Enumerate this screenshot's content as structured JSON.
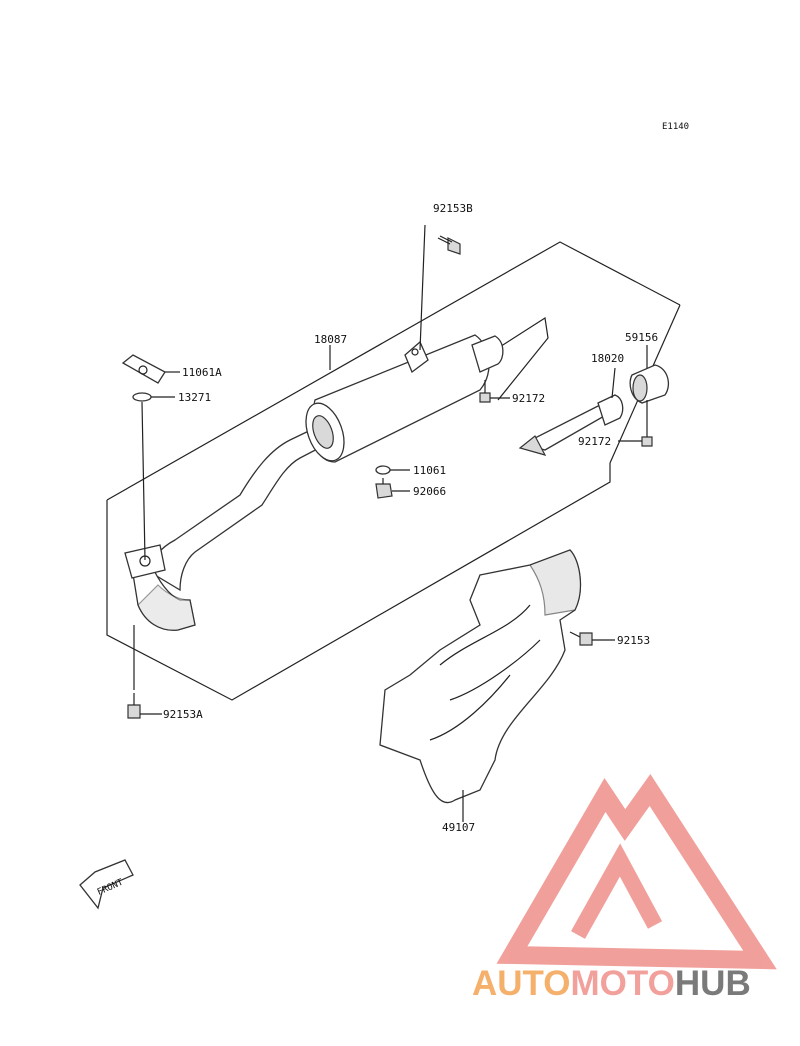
{
  "diagram_code": "E1140",
  "labels": {
    "p92153B": "92153B",
    "p18087": "18087",
    "p11061A": "11061A",
    "p13271": "13271",
    "p92172a": "92172",
    "p59156": "59156",
    "p18020": "18020",
    "p92172b": "92172",
    "p11061": "11061",
    "p92066": "92066",
    "p92153": "92153",
    "p92153A": "92153A",
    "p49107": "49107"
  },
  "front_arrow": "FRONT",
  "watermark": {
    "part1": "AUTO",
    "part2": "MOTO",
    "part3": "HUB",
    "color1": "#f5b06b",
    "color2": "#f2a09b",
    "color3": "#7a7a7a"
  },
  "icons": [
    "front-arrow-icon",
    "automotohub-logo-icon"
  ]
}
